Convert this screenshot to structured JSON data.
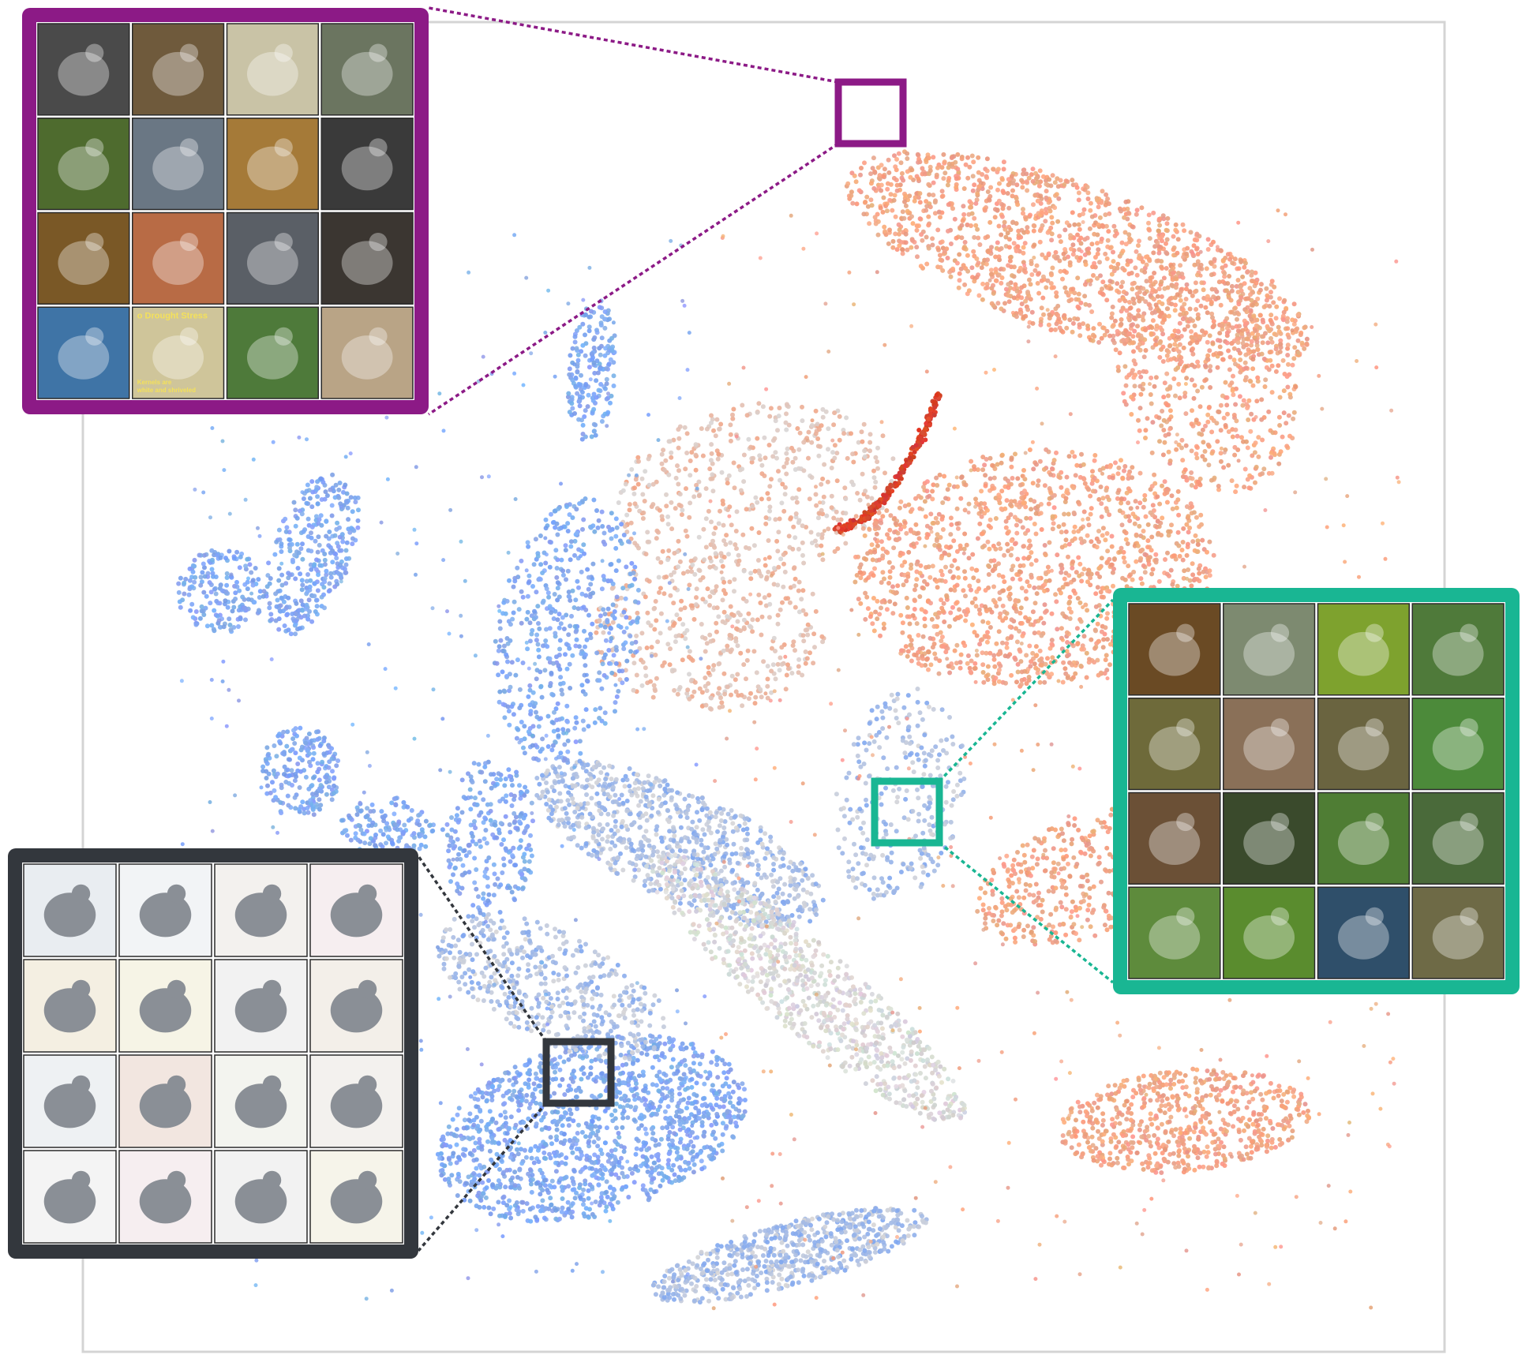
{
  "colors": {
    "frame": "#d4d4d4",
    "background": "#ffffff",
    "point_blue": "#7ea6f0",
    "point_gray": "#d8d6d6",
    "point_salmon": "#f2a282",
    "point_deep_red": "#d8412a",
    "inset_purple": "#8c1a86",
    "inset_green": "#19b693",
    "inset_dark": "#33373d"
  },
  "insets": [
    {
      "id": "texture-patterns",
      "color_key": "inset_purple",
      "tiles": [
        {
          "icon": "mesh-texture-icon",
          "tone": "#4a4a4a"
        },
        {
          "icon": "monkey-in-tree-icon",
          "tone": "#6f5a3c"
        },
        {
          "icon": "white-fungus-icon",
          "tone": "#c9c3a6"
        },
        {
          "icon": "shingle-roof-icon",
          "tone": "#6b7560"
        },
        {
          "icon": "snake-on-leaves-icon",
          "tone": "#4e6b2e"
        },
        {
          "icon": "wood-bark-icon",
          "tone": "#6a7784"
        },
        {
          "icon": "leopard-icon",
          "tone": "#a57a38"
        },
        {
          "icon": "chainmail-icon",
          "tone": "#3a3a3a"
        },
        {
          "icon": "honeycomb-bees-icon",
          "tone": "#7a5826"
        },
        {
          "icon": "clay-roof-tiles-icon",
          "tone": "#b86b45"
        },
        {
          "icon": "vintage-car-grille-icon",
          "tone": "#5a5f66"
        },
        {
          "icon": "wine-rack-icon",
          "tone": "#3b3631"
        },
        {
          "icon": "starfish-icon",
          "tone": "#3f74a6"
        },
        {
          "icon": "corn-kernels-icon",
          "tone": "#cfc59a",
          "texts": [
            "o Drought Stress",
            "Kernels are",
            "white and shriveled"
          ]
        },
        {
          "icon": "window-garden-icon",
          "tone": "#4e7a3a"
        },
        {
          "icon": "coral-icon",
          "tone": "#b9a486"
        }
      ]
    },
    {
      "id": "animals",
      "color_key": "inset_green",
      "tiles": [
        {
          "icon": "toucan-painting-icon",
          "tone": "#6a4a24"
        },
        {
          "icon": "kangaroo-icon",
          "tone": "#7d8a70"
        },
        {
          "icon": "green-plant-icon",
          "tone": "#7ea22e"
        },
        {
          "icon": "running-dog-icon",
          "tone": "#4f7a3a"
        },
        {
          "icon": "brown-dog-icon",
          "tone": "#6e6a3a"
        },
        {
          "icon": "elephant-icon",
          "tone": "#8a7058"
        },
        {
          "icon": "puppies-icon",
          "tone": "#6a6440"
        },
        {
          "icon": "lawn-mower-icon",
          "tone": "#4c8a3a"
        },
        {
          "icon": "warthog-icon",
          "tone": "#6b5036"
        },
        {
          "icon": "black-dog-icon",
          "tone": "#3a4a2c"
        },
        {
          "icon": "bee-eater-bird-icon",
          "tone": "#4f7d34"
        },
        {
          "icon": "jumping-dog-icon",
          "tone": "#4a6a3a"
        },
        {
          "icon": "spaniel-on-grass-icon",
          "tone": "#5e8b3c"
        },
        {
          "icon": "tree-frog-icon",
          "tone": "#5a8c2e"
        },
        {
          "icon": "macaw-icon",
          "tone": "#2f4f6a"
        },
        {
          "icon": "hare-icon",
          "tone": "#6e6a46"
        }
      ]
    },
    {
      "id": "objects",
      "color_key": "inset_dark",
      "tiles": [
        {
          "icon": "hockey-player-icon",
          "tone": "#e9edf1"
        },
        {
          "icon": "crutches-icon",
          "tone": "#f2f4f6"
        },
        {
          "icon": "revolver-icon",
          "tone": "#f3f1ee"
        },
        {
          "icon": "swimsuit-icon",
          "tone": "#f6eef0"
        },
        {
          "icon": "padlock-icon",
          "tone": "#f4efe2"
        },
        {
          "icon": "corn-cob-icon",
          "tone": "#f6f4e6"
        },
        {
          "icon": "stage-light-icon",
          "tone": "#f2f2f2"
        },
        {
          "icon": "shoe-heel-icon",
          "tone": "#f3efe9"
        },
        {
          "icon": "column-statue-icon",
          "tone": "#eef1f3"
        },
        {
          "icon": "hamster-icon",
          "tone": "#f2e6e0"
        },
        {
          "icon": "goldfinch-icon",
          "tone": "#f3f4ef"
        },
        {
          "icon": "woodlouse-icon",
          "tone": "#f3f1ee"
        },
        {
          "icon": "toaster-icon",
          "tone": "#f4f4f4"
        },
        {
          "icon": "wine-glass-icon",
          "tone": "#f6eef0"
        },
        {
          "icon": "can-opener-icon",
          "tone": "#f2f2f2"
        },
        {
          "icon": "toy-racket-icon",
          "tone": "#f6f4ea"
        }
      ]
    }
  ]
}
